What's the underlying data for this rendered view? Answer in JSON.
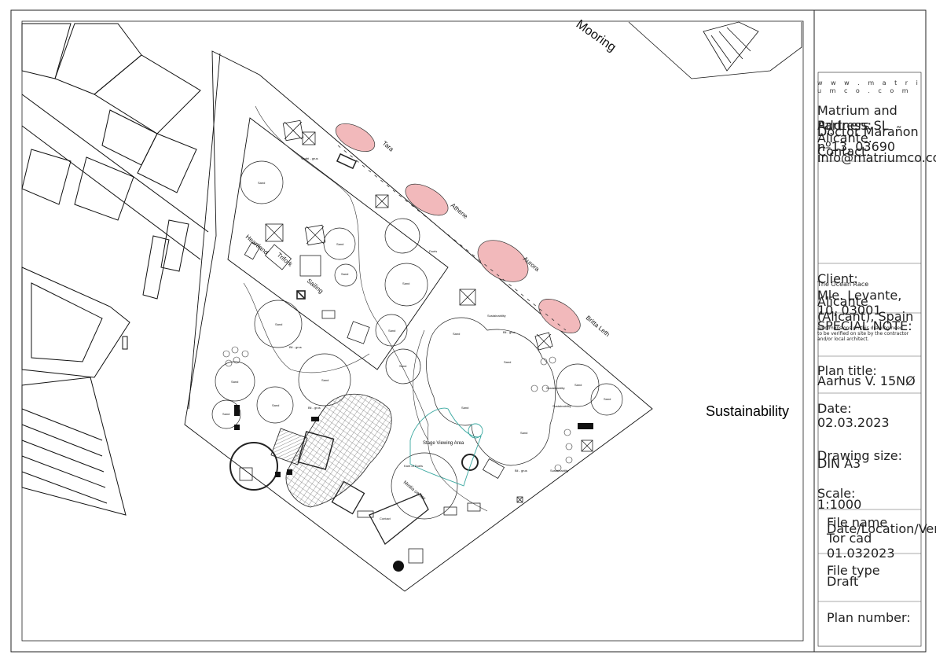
{
  "title_block": {
    "website": "w w w . m a t r i u m c o . c o m",
    "company": "Matrium and Partners SL",
    "address_label": "Address:",
    "address_line1": "Doctor Marañon nº13, 03690",
    "address_line2": "Alicante.",
    "contact_label": "Contact:",
    "contact_email": "info@matriumco.com",
    "client_label": "Client:",
    "client_name": "The Ocean Race",
    "client_addr1": "Mle. Levante, 10, 03001",
    "client_addr2": "Alicante (Alicant), Spain",
    "note_label": "SPECIAL NOTE:",
    "note_line1": "All dimensions on this drawing need",
    "note_line2": "to be verified on site by the contractor",
    "note_line3": "and/or local architect.",
    "plan_title_label": "Plan title:",
    "plan_title": "Aarhus V. 15NØ",
    "date_label": "Date:",
    "date": "02.03.2023",
    "drawing_size_label": "Drawing size:",
    "drawing_size": "DIN A3",
    "scale_label": "Scale:",
    "scale": "1:1000",
    "file_name_label1": "File name",
    "file_name_label2": "Date/Location/Version",
    "file_name": "Tor cad 01.032023",
    "file_type_label": "File type",
    "file_type": "Draft",
    "plan_number_label": "Plan number:"
  },
  "map": {
    "sustainability_label": "Sustainability",
    "mooring_label": "Mooring",
    "boats": [
      "Tara",
      "Athene",
      "Aurora",
      "Britta Leth"
    ],
    "labels": {
      "heartland": "Heartland",
      "trifork": "Trifork",
      "sailing": "Sailing",
      "stage_viewing": "Stage Viewing Area",
      "media_center": "Media center",
      "duels": "Duels",
      "sand": "Sand",
      "sustainability_small": "Sustainability",
      "bli_grus": "Bli - grus",
      "vegfri_grus": "Vegfri - grus",
      "kant": "Kant of Duels",
      "contact": "Contact"
    }
  }
}
